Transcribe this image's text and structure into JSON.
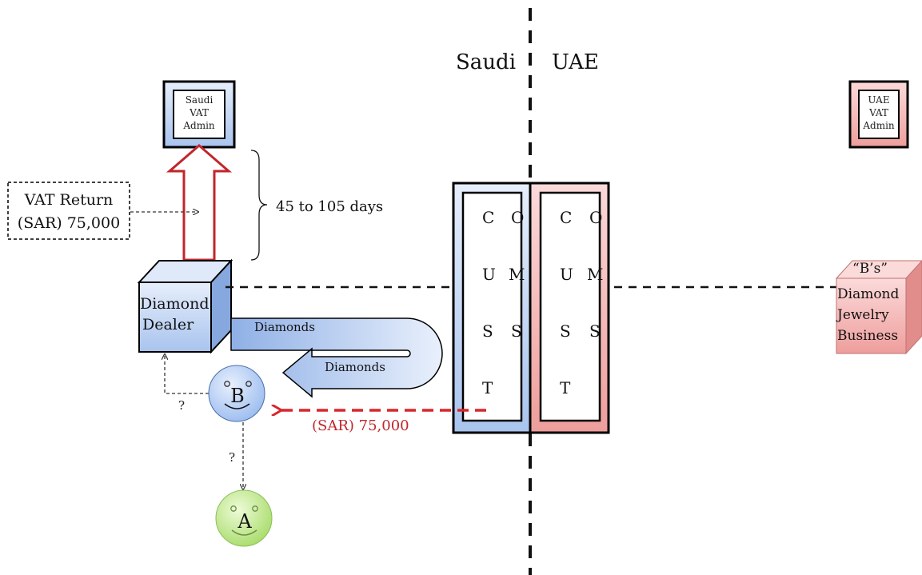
{
  "regions": {
    "left": "Saudi",
    "right": "UAE"
  },
  "saudi_admin": {
    "lines": [
      "Saudi",
      "VAT",
      "Admin"
    ]
  },
  "uae_admin": {
    "lines": [
      "UAE",
      "VAT",
      "Admin"
    ]
  },
  "vat_return": {
    "line1": "VAT Return",
    "line2": "(SAR) 75,000"
  },
  "period_label": "45 to 105 days",
  "dealer": {
    "line1": "Diamond",
    "line2": "Dealer"
  },
  "jewelry_business": {
    "lines": [
      "“B’s”",
      "Diamond",
      "Jewelry",
      "Business"
    ]
  },
  "diamonds_label_top": "Diamonds",
  "diamonds_label_bottom": "Diamonds",
  "payment_label": "(SAR) 75,000",
  "question_marks": [
    "?",
    "?"
  ],
  "person_b": "B",
  "person_a": "A",
  "customs_saudi": {
    "left_col": [
      "C",
      "U",
      "S",
      "T"
    ],
    "right_col": [
      "O",
      "M",
      "S"
    ]
  },
  "customs_uae": {
    "left_col": [
      "C",
      "U",
      "S",
      "T"
    ],
    "right_col": [
      "O",
      "M",
      "S"
    ]
  },
  "colors": {
    "saudi_blue": "#c6d9f5",
    "uae_pink": "#f4b7b5",
    "vat_arrow_red": "#c0262b",
    "payment_red": "#d8262b",
    "green_face": "#c9ec9a"
  }
}
